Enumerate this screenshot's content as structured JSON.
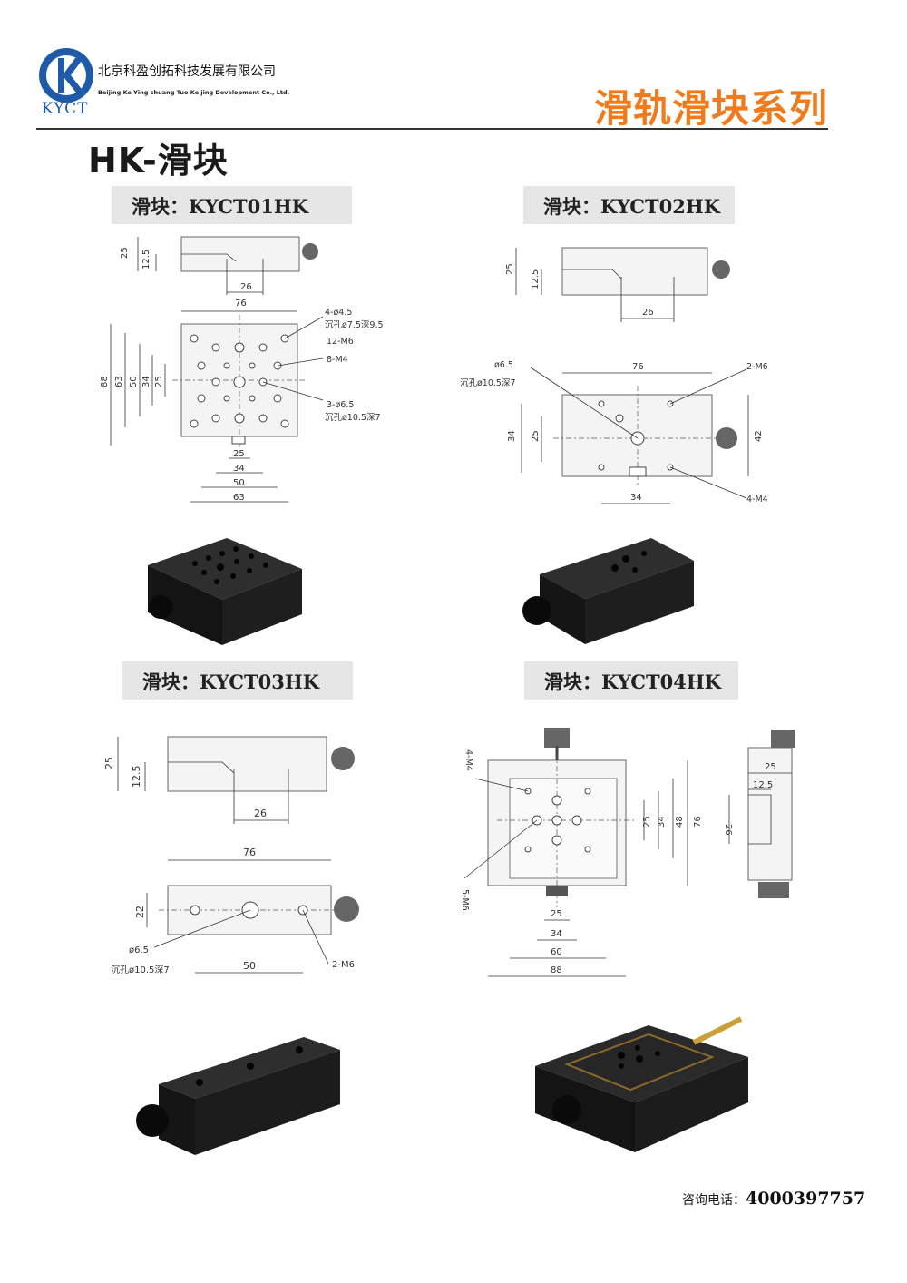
{
  "header": {
    "company_cn": "北京科盈创拓科技发展有限公司",
    "company_en": "Beijing Ke Ying chuang Tuo Ke jing Development Co., Ltd.",
    "logo_text": "KYCT",
    "series_title": "滑轨滑块系列"
  },
  "page_title": "HK-滑块",
  "colors": {
    "brand_blue": "#1e5aa8",
    "accent_orange": "#f07b1c",
    "label_bg": "#e6e6e6"
  },
  "products": [
    {
      "label": "滑块：KYCT01HK",
      "dims": {
        "h25": "25",
        "h12": "12.5",
        "w26": "26",
        "w76": "76",
        "h88": "88",
        "h63": "63",
        "h50": "50",
        "h34": "34",
        "h25b": "25",
        "b25": "25",
        "b34": "34",
        "b50": "50",
        "b63": "63",
        "c1": "4-ø4.5",
        "c2": "沉孔ø7.5深9.5",
        "c3": "12-M6",
        "c4": "8-M4",
        "c5": "3-ø6.5",
        "c6": "沉孔ø10.5深7"
      }
    },
    {
      "label": "滑块：KYCT02HK",
      "dims": {
        "h25": "25",
        "h12": "12.5",
        "w26": "26",
        "w76": "76",
        "d65": "ø6.5",
        "cb": "沉孔ø10.5深7",
        "m6": "2-M6",
        "h34": "34",
        "h25b": "25",
        "h42": "42",
        "b34": "34",
        "m4": "4-M4"
      }
    },
    {
      "label": "滑块：KYCT03HK",
      "dims": {
        "h25": "25",
        "h12": "12.5",
        "w26": "26",
        "w76": "76",
        "h22": "22",
        "d65": "ø6.5",
        "cb": "沉孔ø10.5深7",
        "b50": "50",
        "m6": "2-M6"
      }
    },
    {
      "label": "滑块：KYCT04HK",
      "dims": {
        "m4": "4-M4",
        "m6": "5-M6",
        "r25": "25",
        "r34": "34",
        "r48": "48",
        "r76": "76",
        "b25": "25",
        "b34": "34",
        "b60": "60",
        "b88": "88",
        "s25": "25",
        "s12": "12.5",
        "s26": "26"
      }
    }
  ],
  "footer": {
    "label": "咨询电话：",
    "phone": "4000397757"
  }
}
